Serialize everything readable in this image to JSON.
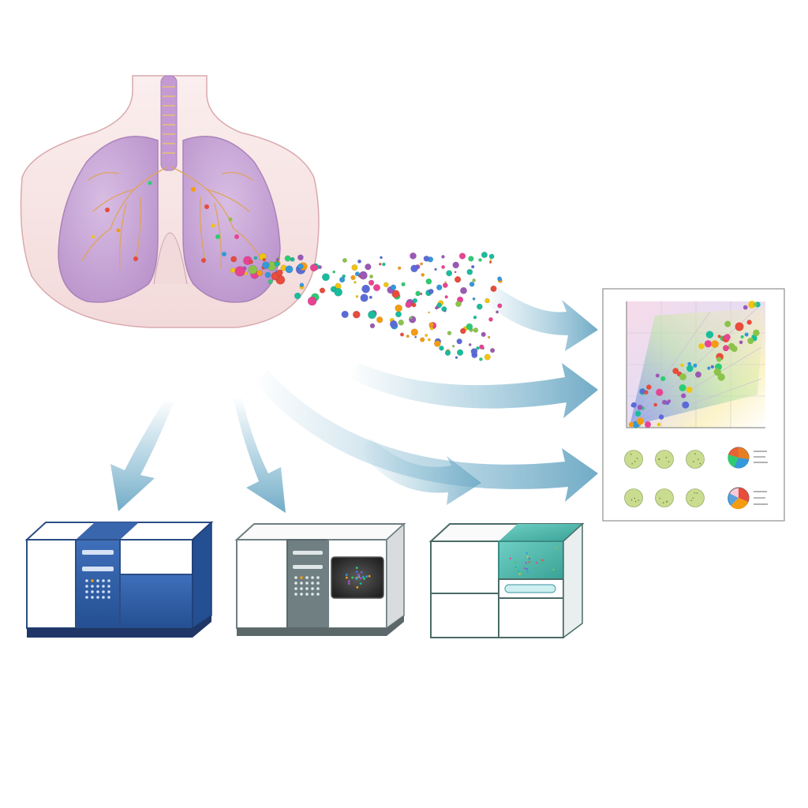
{
  "figure": {
    "title": "",
    "labels": []
  },
  "palette": {
    "torso_fill": "#f6e3e3",
    "torso_stroke": "#d9a9ad",
    "lung_fill": "#c9a6d6",
    "lung_stroke": "#a983b9",
    "airway": "#b785c8",
    "arrow_fill": "#7fb6cf",
    "machine_blue": "#2f5ea8",
    "machine_gray": "#6f7f82",
    "machine_teal": "#4fb8ac",
    "particle_colors": [
      "#e74c3c",
      "#f39c12",
      "#f1c40f",
      "#2ecc71",
      "#3498db",
      "#9b59b6",
      "#1abc9c",
      "#e84393",
      "#8bc34a",
      "#5a6bd8"
    ]
  },
  "scene": {
    "source": "lung-anatomy",
    "emission": "aerosol-particles",
    "instruments": [
      "analyzer-blue",
      "analyzer-gray",
      "analyzer-teal"
    ],
    "output": "results-panel"
  },
  "results_panel": {
    "scatter_plot": "colored-scatter-over-gradient",
    "dish_rows": 2,
    "dishes_per_row": 3,
    "pie_legend_text_unreadable": true
  }
}
